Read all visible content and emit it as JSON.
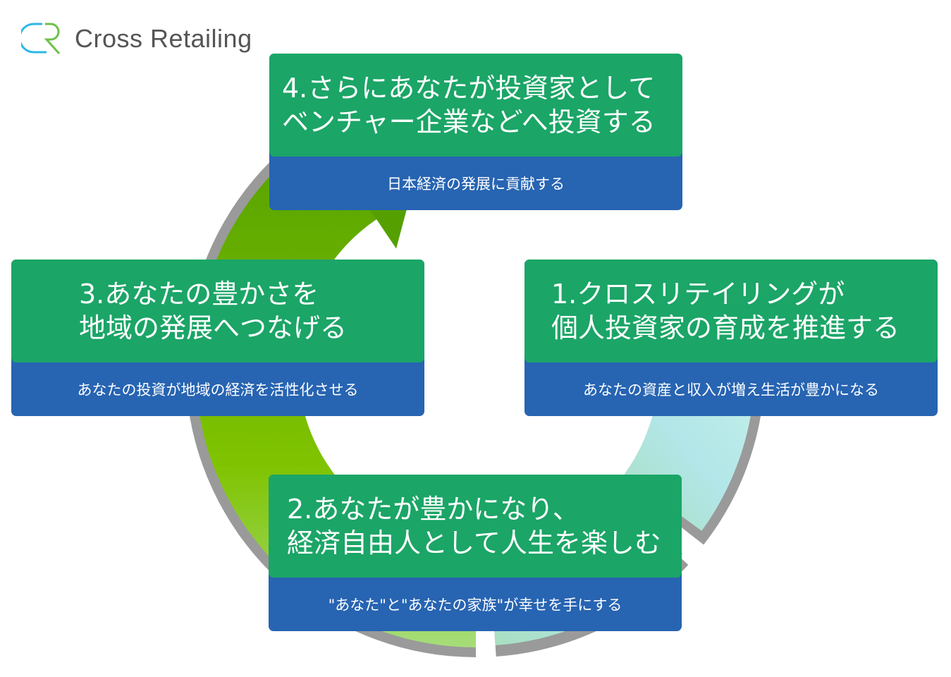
{
  "logo": {
    "text": "Cross Retailing"
  },
  "steps": [
    {
      "title_line1": "1.クロスリテイリングが",
      "title_line2": "個人投資家の育成を推進する",
      "subtitle": "あなたの資産と収入が増え生活が豊かになる"
    },
    {
      "title_line1": "2.あなたが豊かになり、",
      "title_line2": "経済自由人として人生を楽しむ",
      "subtitle": "\"あなた\"と\"あなたの家族\"が幸せを手にする"
    },
    {
      "title_line1": "3.あなたの豊かさを",
      "title_line2": "地域の発展へつなげる",
      "subtitle": "あなたの投資が地域の経済を活性化させる"
    },
    {
      "title_line1": "4.さらにあなたが投資家として",
      "title_line2": "ベンチャー企業などへ投資する",
      "subtitle": "日本経済の発展に貢献する"
    }
  ],
  "colors": {
    "card_green": "#1ba567",
    "card_blue": "#2764b2",
    "arc_green": "#5ea800",
    "arc_cyan": "#bdecec",
    "shadow": "#9a9a9a"
  }
}
